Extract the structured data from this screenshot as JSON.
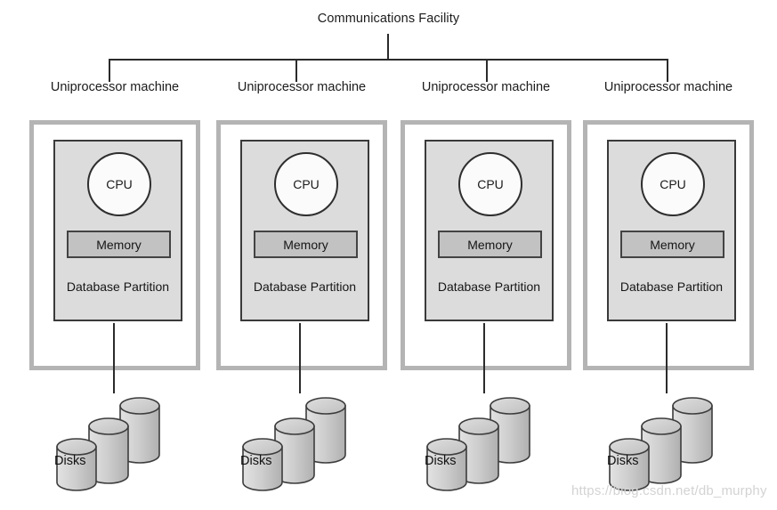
{
  "diagram": {
    "title": "Communications Facility",
    "topology": "shared-nothing parallel database architecture",
    "machine_count": 4
  },
  "machines": [
    {
      "label": "Uniprocessor machine",
      "cpu": "CPU",
      "memory": "Memory",
      "partition": "Database Partition",
      "disks_label": "Disks",
      "disk_count": 3
    },
    {
      "label": "Uniprocessor machine",
      "cpu": "CPU",
      "memory": "Memory",
      "partition": "Database Partition",
      "disks_label": "Disks",
      "disk_count": 3
    },
    {
      "label": "Uniprocessor machine",
      "cpu": "CPU",
      "memory": "Memory",
      "partition": "Database Partition",
      "disks_label": "Disks",
      "disk_count": 3
    },
    {
      "label": "Uniprocessor machine",
      "cpu": "CPU",
      "memory": "Memory",
      "partition": "Database Partition",
      "disks_label": "Disks",
      "disk_count": 3
    }
  ],
  "watermark": {
    "text": "https://blog.csdn.net/db_murphy"
  },
  "colors": {
    "background": "#ffffff",
    "line": "#2b2b2b",
    "outer_border": "#b4b4b4",
    "inner_fill": "#dcdcdc",
    "inner_border": "#3a3a3a",
    "memory_fill": "#c2c2c2",
    "memory_border": "#434343",
    "cpu_fill": "#fbfbfb",
    "cpu_border": "#2e2e2e",
    "disk_fill": "#cfcfcf",
    "disk_border": "#3c3c3c",
    "text": "#1b1b1b",
    "watermark": "#d3d3d3"
  }
}
